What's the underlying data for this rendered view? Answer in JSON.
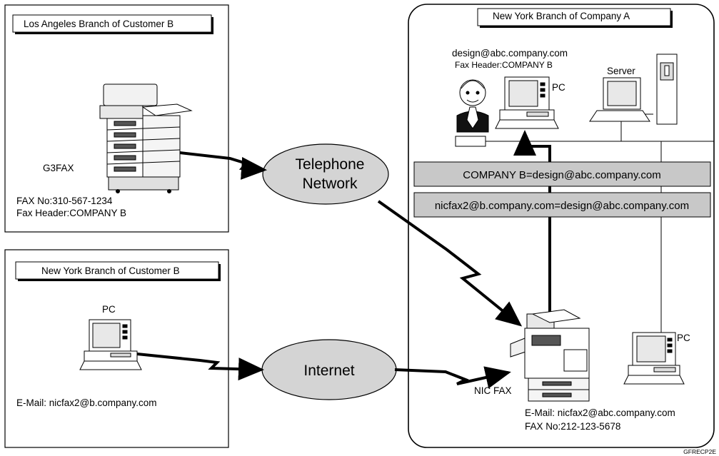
{
  "la_branch": {
    "title": "Los Angeles Branch of Customer B",
    "device_label": "G3FAX",
    "fax_no": "FAX No:310-567-1234",
    "fax_header": "Fax Header:COMPANY B"
  },
  "ny_customer_branch": {
    "title": "New York Branch of Customer B",
    "pc_label": "PC",
    "email": "E-Mail: nicfax2@b.company.com"
  },
  "ny_company_branch": {
    "title": "New York Branch of Company A",
    "user_email": "design@abc.company.com",
    "user_fax_header": "Fax Header:COMPANY B",
    "user_pc_label": "PC",
    "server_label": "Server",
    "mapping_1": "COMPANY B=design@abc.company.com",
    "mapping_2": "nicfax2@b.company.com=design@abc.company.com",
    "right_pc_label": "PC",
    "nic_fax_label": "NIC FAX",
    "nic_email": "E-Mail: nicfax2@abc.company.com",
    "nic_fax_no": "FAX No:212-123-5678"
  },
  "networks": {
    "telephone_line1": "Telephone",
    "telephone_line2": "Network",
    "internet": "Internet"
  },
  "figure_code": "GFRECP2E",
  "colors": {
    "ellipse_fill": "#d4d4d4",
    "banner_fill": "#c8c8c8",
    "line": "#000000"
  }
}
